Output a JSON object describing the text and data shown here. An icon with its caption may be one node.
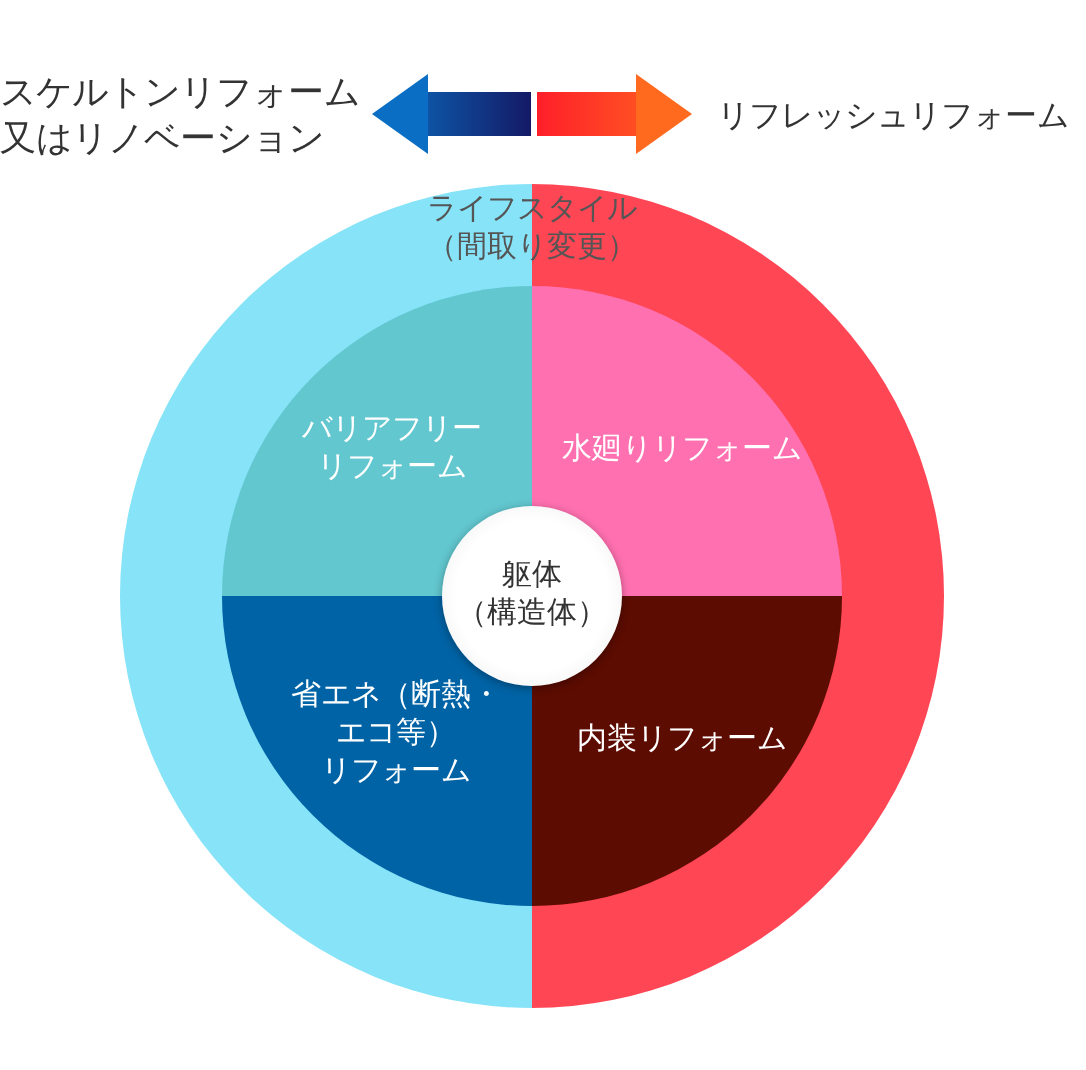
{
  "diagram": {
    "nodes": [
      {
        "text": [
          "スケルトンリフォーム又はリノベーション"
        ]
      },
      {
        "text": [
          "リフレッシュリフォーム"
        ]
      },
      {
        "text": [
          "ライフスタイル（間取り変更）"
        ]
      },
      {
        "text": [
          "バリアフリーリフォーム"
        ],
        "in": 2
      },
      {
        "text": [
          "水廻りリフォーム"
        ],
        "in": 2
      },
      {
        "text": [
          "省エネ（断熱・エコ等）リフォーム"
        ],
        "in": 2
      },
      {
        "text": [
          "内装リフォーム"
        ],
        "in": 2
      },
      {
        "text": [
          "躯体（構造体）"
        ],
        "in": 2
      }
    ],
    "edges": [
      {
        "from": 0,
        "to": 1,
        "arrow": "both"
      }
    ]
  }
}
